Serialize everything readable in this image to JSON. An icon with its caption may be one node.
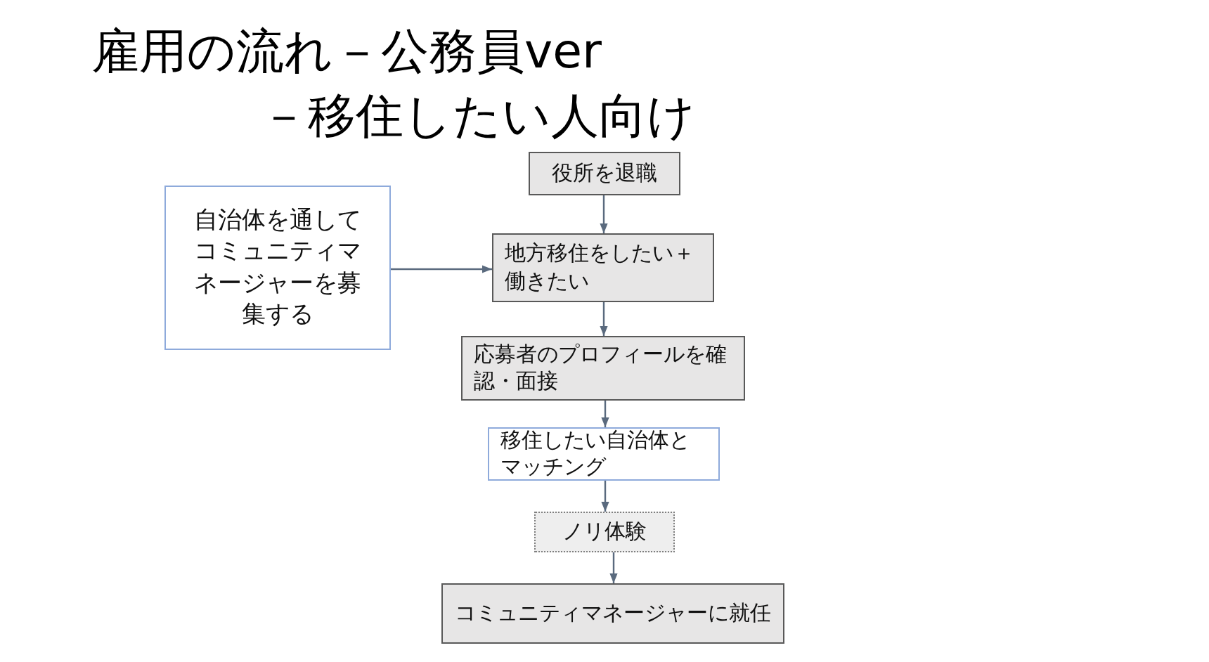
{
  "diagram": {
    "title": "雇用の流れ－公務員ver",
    "nodes": [
      {
        "text": [
          "役所を退職"
        ]
      },
      {
        "text": [
          "自治体を通してコミュニティマネージャーを募集する"
        ]
      },
      {
        "text": [
          "地方移住をしたい＋働きたい"
        ]
      },
      {
        "text": [
          "応募者のプロフィールを確認・面接"
        ]
      },
      {
        "text": [
          "移住したい自治体とマッチング"
        ]
      },
      {
        "text": [
          "ノリ体験"
        ]
      },
      {
        "text": [
          "コミュニティマネージャーに就任"
        ]
      }
    ],
    "edges": [
      {
        "from": 0,
        "to": 2,
        "arrow": "to"
      },
      {
        "from": 1,
        "to": 2,
        "arrow": "to"
      },
      {
        "from": 2,
        "to": 3,
        "arrow": "to"
      },
      {
        "from": 3,
        "to": 4,
        "arrow": "to"
      },
      {
        "from": 4,
        "to": 5,
        "arrow": "to"
      },
      {
        "from": 5,
        "to": 6,
        "arrow": "to"
      }
    ],
    "labels": [
      "－移住したい人向け"
    ]
  }
}
